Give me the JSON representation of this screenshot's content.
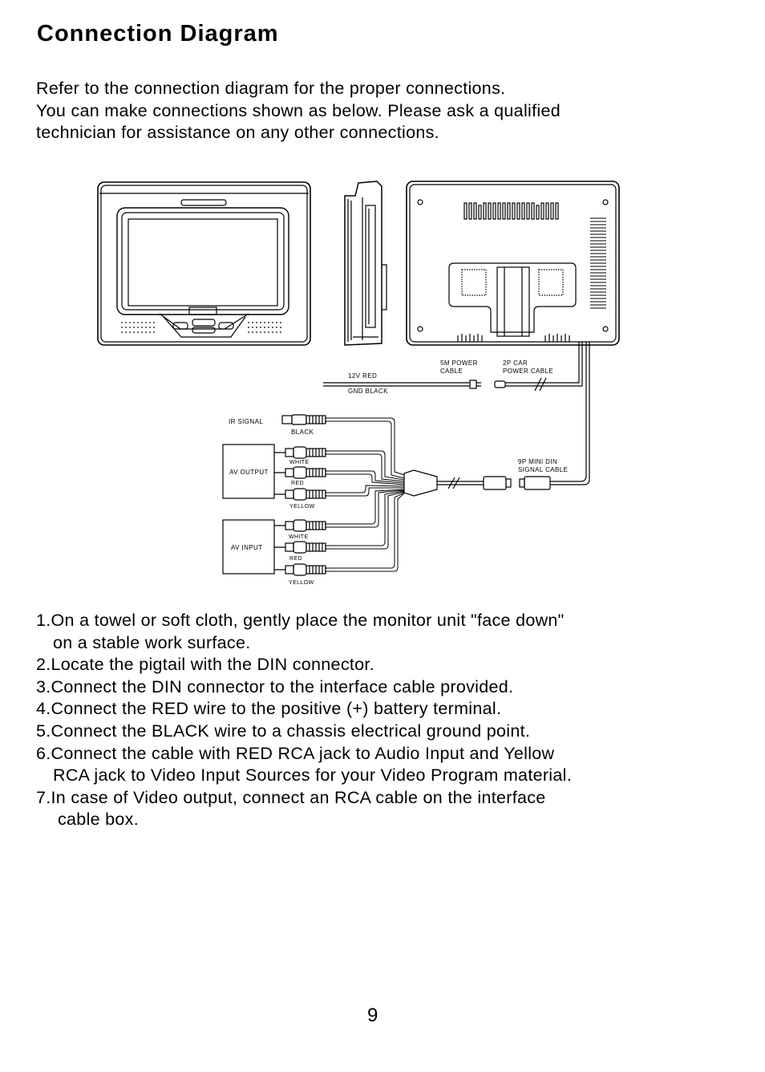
{
  "page": {
    "title": "Connection Diagram",
    "page_number": "9"
  },
  "intro": {
    "line1": "Refer to the connection diagram for the proper connections.",
    "line2": "You can make connections shown as below. Please ask a qualified",
    "line3": "technician for assistance on any other connections."
  },
  "diagram_labels": {
    "power_cable": [
      "5M POWER",
      "CABLE"
    ],
    "car_power_cable": [
      "2P  CAR",
      "POWER  CABLE"
    ],
    "red_wire": "12V  RED",
    "black_wire": "GND  BLACK",
    "ir_signal": "IR  SIGNAL",
    "ir_color": "BLACK",
    "av_output": "AV  OUTPUT",
    "av_input": "AV    INPUT",
    "white": "WHITE",
    "red": "RED",
    "yellow": "YELLOW",
    "din_cable": [
      "9P  MINI  DIN",
      "SIGNAL  CABLE"
    ]
  },
  "steps": [
    "1.On a towel or soft cloth, gently place the monitor unit \"face down\"",
    "on a stable work surface.",
    "2.Locate the pigtail with the DIN connector.",
    "3.Connect the DIN connector to the interface cable provided.",
    "4.Connect the RED wire to the positive (+) battery terminal.",
    "5.Connect the BLACK wire to a chassis electrical ground point.",
    "6.Connect the cable with RED RCA jack to Audio Input and Yellow",
    "RCA jack to Video Input Sources for your Video Program material.",
    "7.In case of Video output, connect an RCA cable on the interface",
    "cable box."
  ]
}
